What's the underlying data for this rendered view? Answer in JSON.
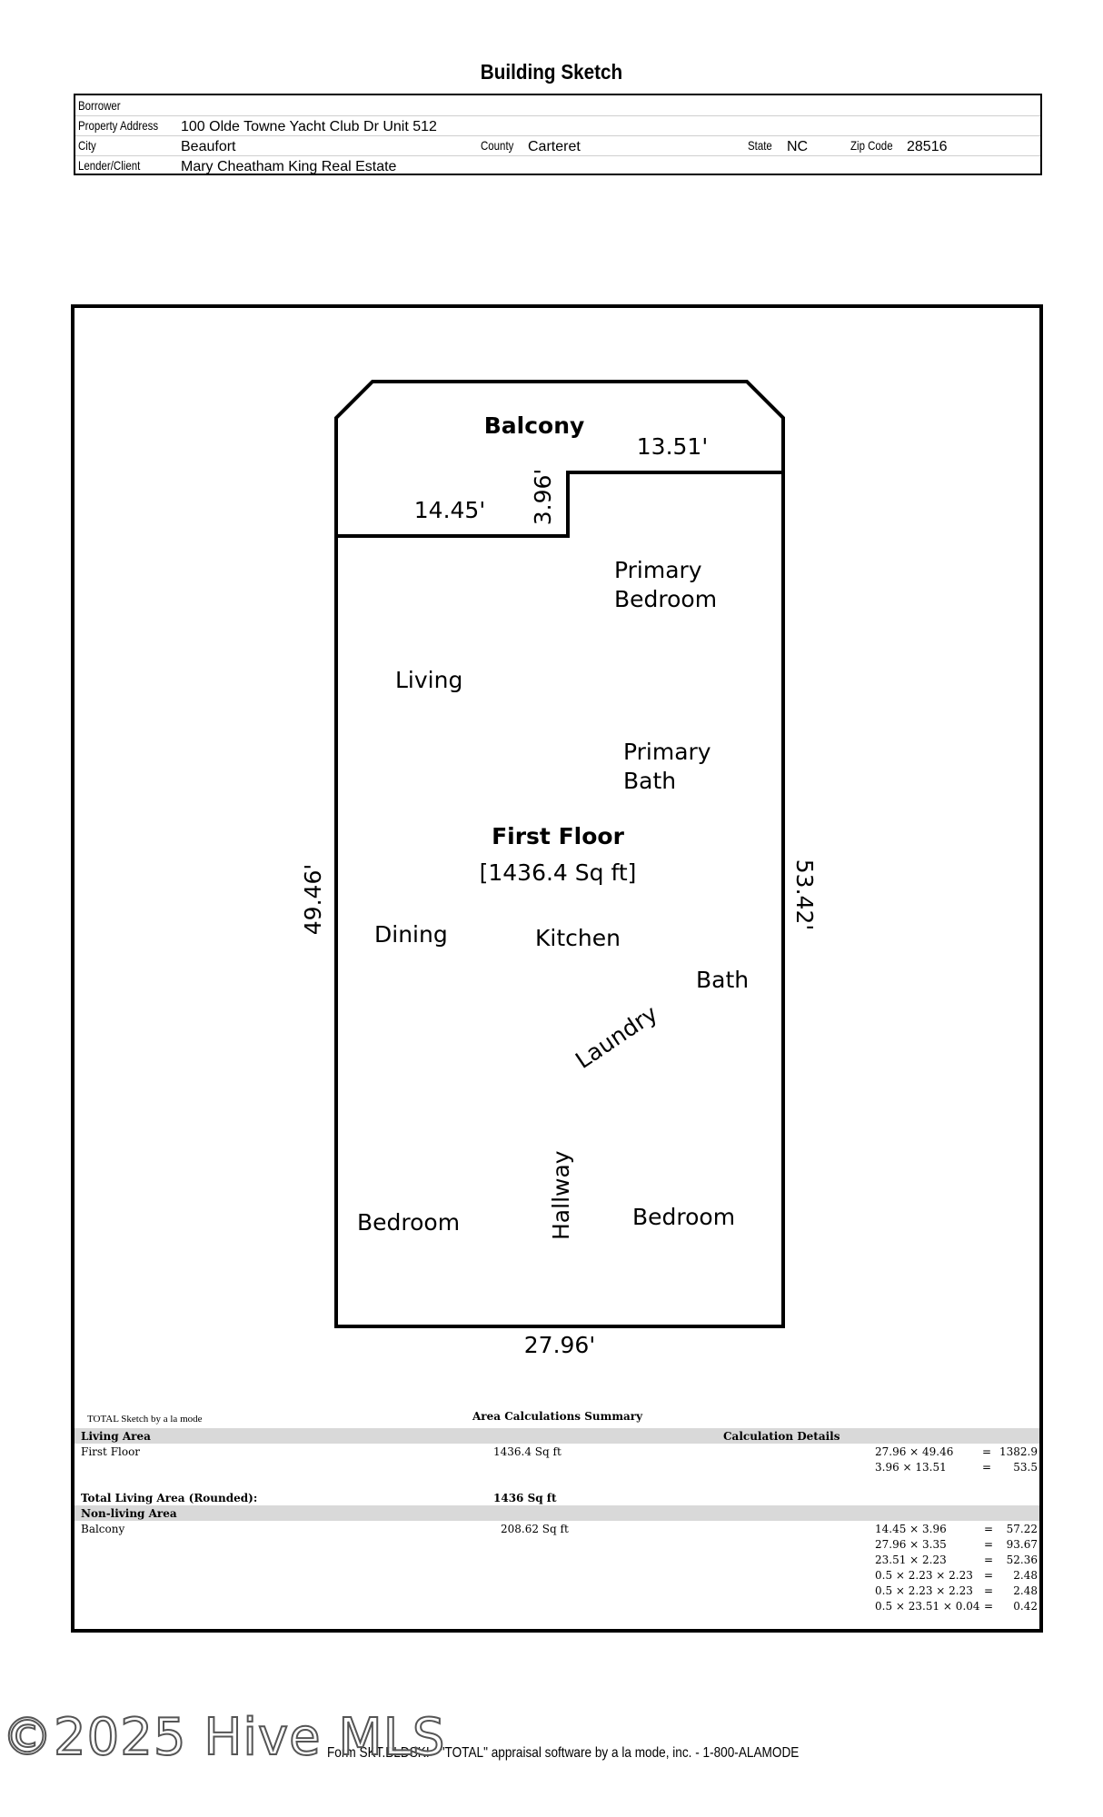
{
  "header": {
    "title": "Building Sketch",
    "borrower_label": "Borrower",
    "borrower_value": "",
    "property_address_label": "Property Address",
    "property_address_value": "100 Olde Towne Yacht Club Dr Unit 512",
    "city_label": "City",
    "city_value": "Beaufort",
    "county_label": "County",
    "county_value": "Carteret",
    "state_label": "State",
    "state_value": "NC",
    "zip_label": "Zip Code",
    "zip_value": "28516",
    "lender_label": "Lender/Client",
    "lender_value": "Mary Cheatham King Real Estate"
  },
  "sketch": {
    "balcony_label": "Balcony",
    "dim_top_right": "13.51'",
    "dim_balcony_left": "14.45'",
    "dim_balcony_step": "3.96'",
    "dim_left": "49.46'",
    "dim_right": "53.42'",
    "dim_bottom": "27.96'",
    "floor_label": "First Floor",
    "floor_area": "[1436.4 Sq ft]",
    "rooms": {
      "primary_bedroom_1": "Primary",
      "primary_bedroom_2": "Bedroom",
      "living": "Living",
      "primary_bath_1": "Primary",
      "primary_bath_2": "Bath",
      "dining": "Dining",
      "kitchen": "Kitchen",
      "bath": "Bath",
      "laundry": "Laundry",
      "hallway": "Hallway",
      "bedroom_left": "Bedroom",
      "bedroom_right": "Bedroom"
    },
    "software_note": "TOTAL Sketch by a la mode"
  },
  "calc": {
    "summary_title": "Area Calculations Summary",
    "living_area_header": "Living Area",
    "calculation_details_header": "Calculation Details",
    "first_floor_label": "First Floor",
    "first_floor_area": "1436.4 Sq ft",
    "living_rows": [
      {
        "formula": "27.96 × 49.46",
        "eq": "=",
        "result": "1382.9"
      },
      {
        "formula": "3.96 × 13.51",
        "eq": "=",
        "result": "53.5"
      }
    ],
    "total_living_label": "Total Living Area (Rounded):",
    "total_living_value": "1436 Sq ft",
    "non_living_header": "Non-living Area",
    "balcony_label": "Balcony",
    "balcony_area": "208.62 Sq ft",
    "balcony_rows": [
      {
        "formula": "14.45 × 3.96",
        "eq": "=",
        "result": "57.22"
      },
      {
        "formula": "27.96 × 3.35",
        "eq": "=",
        "result": "93.67"
      },
      {
        "formula": "23.51 × 2.23",
        "eq": "=",
        "result": "52.36"
      },
      {
        "formula": "0.5 × 2.23 × 2.23",
        "eq": "=",
        "result": "2.48"
      },
      {
        "formula": "0.5 × 2.23 × 2.23",
        "eq": "=",
        "result": "2.48"
      },
      {
        "formula": "0.5 × 23.51 × 0.04",
        "eq": "=",
        "result": "0.42"
      }
    ]
  },
  "footer": {
    "text": "Form SKT.BLDSKI - \"TOTAL\" appraisal software by a la mode, inc. - 1-800-ALAMODE",
    "watermark": "©2025 Hive MLS"
  }
}
